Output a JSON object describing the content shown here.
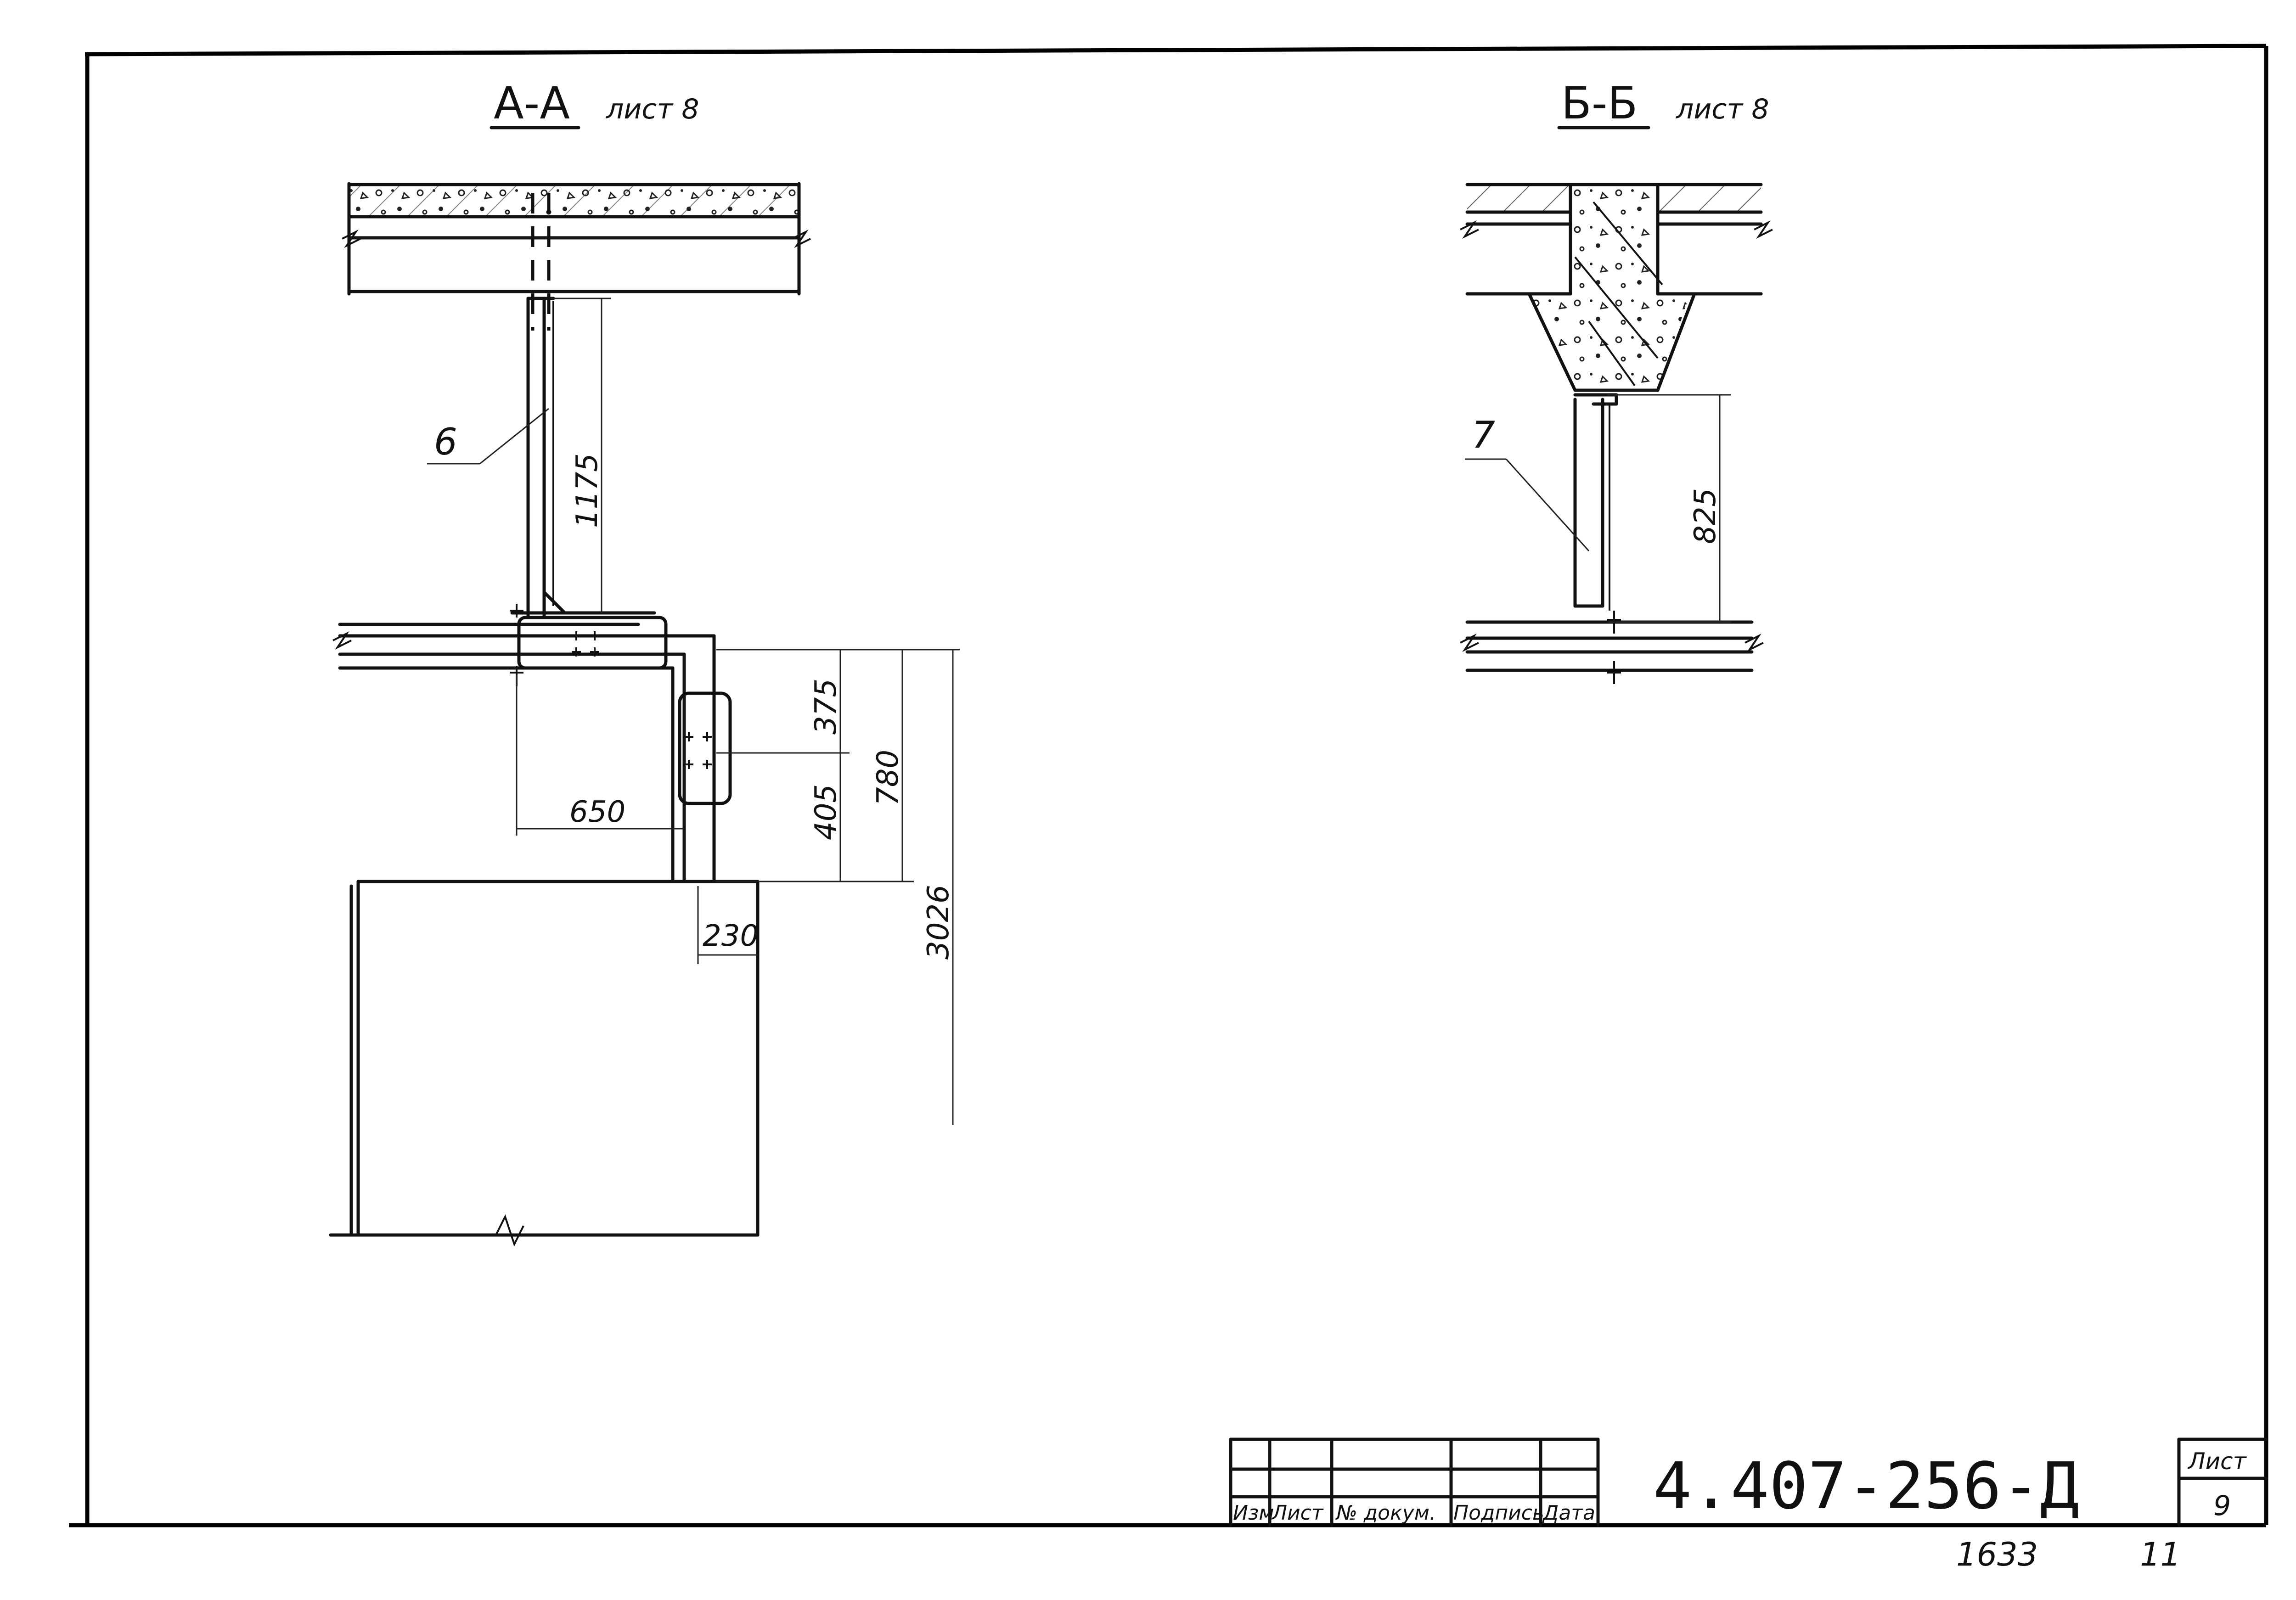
{
  "sections": {
    "a": {
      "label": "А-А",
      "ref": "лист 8"
    },
    "b": {
      "label": "Б-Б",
      "ref": "лист 8"
    }
  },
  "callouts": {
    "a_item": "6",
    "b_item": "7"
  },
  "dimensions": {
    "a_1175": "1175",
    "a_375": "375",
    "a_405": "405",
    "a_780": "780",
    "a_650": "650",
    "a_230": "230",
    "a_3026": "3026",
    "b_825": "825"
  },
  "title_block": {
    "headers": [
      "Изм",
      "Лист",
      "№ докум.",
      "Подпись",
      "Дата"
    ],
    "doc_code": "4.407-256-Д",
    "sheet_label": "Лист",
    "sheet_number": "9",
    "footer_left": "1633",
    "footer_right": "11"
  }
}
